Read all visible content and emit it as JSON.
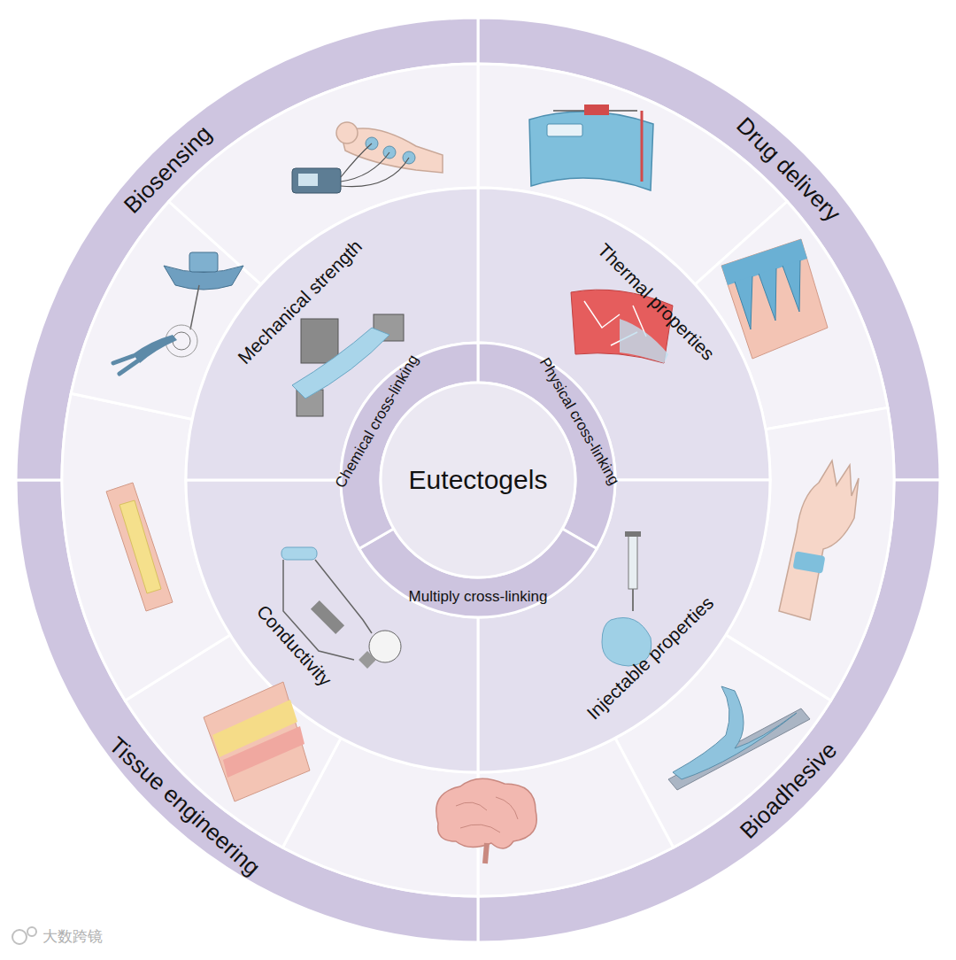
{
  "diagram": {
    "nodes": [
      {
        "text": [
          "Eutectogels"
        ]
      },
      {
        "text": [
          "Chemical cross-linking"
        ]
      },
      {
        "text": [
          "Physical cross-linking"
        ]
      },
      {
        "text": [
          "Multiply cross-linking"
        ]
      },
      {
        "text": [
          "Mechanical strength"
        ]
      },
      {
        "text": [
          "Thermal properties"
        ]
      },
      {
        "text": [
          "Conductivity"
        ]
      },
      {
        "text": [
          "Injectable properties"
        ]
      },
      {
        "text": [
          "Biosensing"
        ]
      },
      {
        "text": [
          "Drug delivery"
        ]
      },
      {
        "text": [
          "Tissue engineering"
        ]
      },
      {
        "text": [
          "Bioadhesive"
        ]
      }
    ],
    "edges": [],
    "labels": [
      "大数跨镜"
    ]
  }
}
